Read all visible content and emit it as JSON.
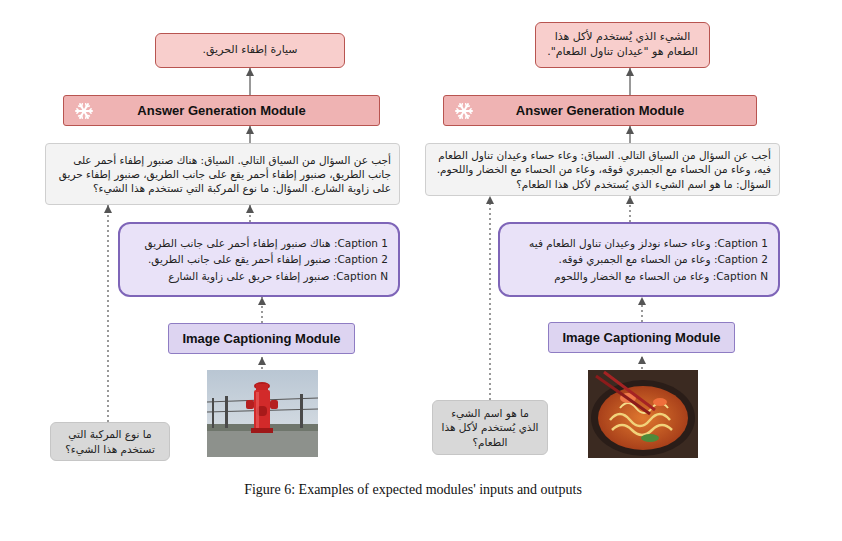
{
  "diagram": {
    "caption": "Figure 6: Examples of expected modules' inputs and outputs",
    "nodes": [
      {
        "text": [
          "سيارة إطفاء الحريق."
        ]
      },
      {
        "text": [
          "Answer Generation Module"
        ]
      },
      {
        "text": [
          "أجب عن السؤال من السياق التالي. السياق: هناك صنبور إطفاء أحمر على جانب الطريق، صنبور إطفاء أحمر يقع على جانب الطريق، صنبور إطفاء حريق على زاوية الشارع. السؤال: ما نوع المركبة التي تستخدم هذا الشيء؟"
        ]
      },
      {
        "text": [
          "Caption 1: هناك صنبور إطفاء أحمر على جانب الطريق",
          "Caption 2: صنبور إطفاء أحمر يقع على جانب الطريق.",
          "Caption N: صنبور إطفاء حريق على زاوية الشارع"
        ]
      },
      {
        "text": [
          "Image Captioning Module"
        ]
      },
      {
        "text": [
          "ما نوع المركبة التي تستخدم هذا الشيء؟"
        ]
      },
      {
        "text": [
          "الشيء الذي يُستخدم لأكل هذا الطعام هو \"عيدان تناول الطعام\"."
        ]
      },
      {
        "text": [
          "Answer Generation Module"
        ]
      },
      {
        "text": [
          "أجب عن السؤال من السياق التالي. السياق: وعاء حساء وعيدان تناول الطعام فيه، وعاء من الحساء مع الجمبري فوقه، وعاء من الحساء مع الخضار واللحوم. السؤال: ما هو اسم الشيء الذي يُستخدم لأكل هذا الطعام؟"
        ]
      },
      {
        "text": [
          "Caption 1: وعاء حساء نودلز وعيدان تناول الطعام فيه",
          "Caption 2: وعاء من الحساء مع الجمبري فوقه.",
          "Caption N: وعاء من الحساء مع الخضار واللحوم"
        ]
      },
      {
        "text": [
          "Image Captioning Module"
        ]
      },
      {
        "text": [
          "ما هو اسم الشيء الذي يُستخدم لأكل هذا الطعام؟"
        ]
      }
    ],
    "edges": [
      {
        "from": 1,
        "to": 0,
        "arrow": "to"
      },
      {
        "from": 2,
        "to": 1,
        "arrow": "to"
      },
      {
        "from": 3,
        "to": 2,
        "arrow": "to"
      },
      {
        "from": 4,
        "to": 3,
        "arrow": "to"
      },
      {
        "from": 5,
        "to": 2,
        "arrow": "to"
      },
      {
        "from": 7,
        "to": 6,
        "arrow": "to"
      },
      {
        "from": 8,
        "to": 7,
        "arrow": "to"
      },
      {
        "from": 9,
        "to": 8,
        "arrow": "to"
      },
      {
        "from": 10,
        "to": 9,
        "arrow": "to"
      },
      {
        "from": 11,
        "to": 8,
        "arrow": "to"
      }
    ]
  }
}
